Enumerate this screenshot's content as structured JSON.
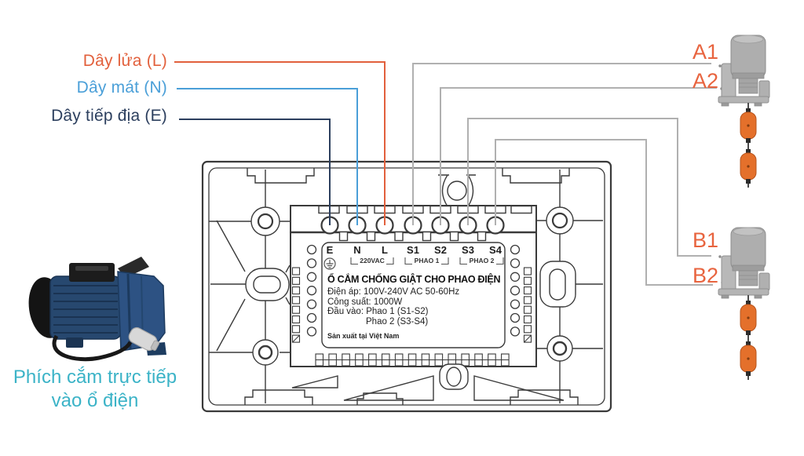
{
  "page": {
    "background": "#ffffff"
  },
  "wires": {
    "live": {
      "label": "Dây lửa (L)",
      "color": "#e2603c"
    },
    "neutral": {
      "label": "Dây mát (N)",
      "color": "#4a9fd8"
    },
    "earth": {
      "label": "Dây tiếp địa (E)",
      "color": "#2c3f5e"
    },
    "signal_color": "#b0b0b0"
  },
  "floats": {
    "a1": "A1",
    "a2": "A2",
    "b1": "B1",
    "b2": "B2",
    "label_color": "#e8643f",
    "float_body_color": "#e4702b"
  },
  "device": {
    "terminals": [
      "E",
      "N",
      "L",
      "S1",
      "S2",
      "S3",
      "S4"
    ],
    "groups": [
      {
        "label": "220VAC",
        "span": "N-L"
      },
      {
        "label": "PHAO 1",
        "span": "S1-S2"
      },
      {
        "label": "PHAO 2",
        "span": "S3-S4"
      }
    ],
    "title": "Ổ CẮM CHỐNG GIẬT CHO PHAO ĐIỆN",
    "specs": [
      "Điện áp: 100V-240V AC 50-60Hz",
      "Công suất: 1000W",
      "Đầu vào: Phao 1 (S1-S2)",
      "Phao 2 (S3-S4)"
    ],
    "made_in": "Sản xuất tại Việt Nam"
  },
  "pump": {
    "caption_line1": "Phích cắm trực tiếp",
    "caption_line2": "vào ổ điện",
    "caption_color": "#3bb3c7"
  }
}
